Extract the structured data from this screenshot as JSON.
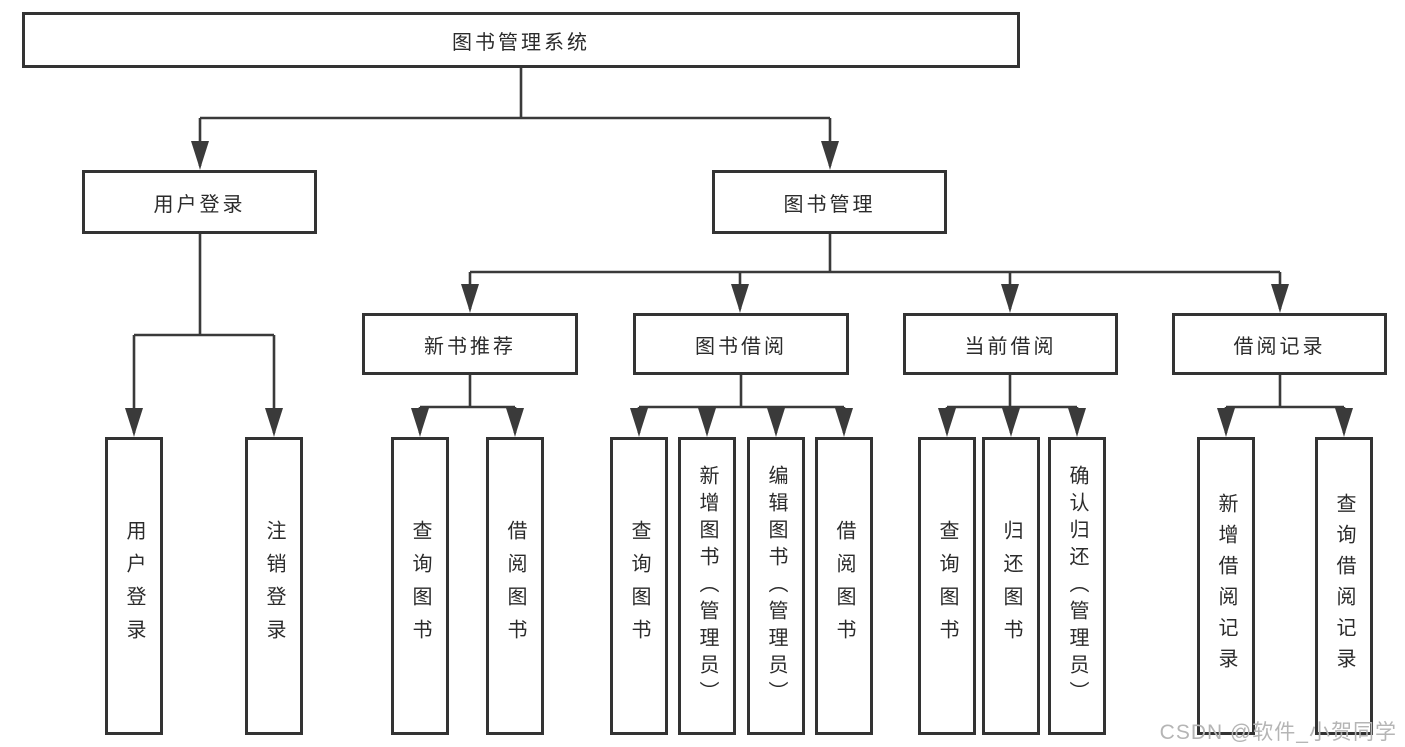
{
  "tree": {
    "root": {
      "label": "图书管理系统"
    },
    "children": [
      {
        "label": "用户登录",
        "leaves": [
          "用户登录",
          "注销登录"
        ]
      },
      {
        "label": "图书管理",
        "children": [
          {
            "label": "新书推荐",
            "leaves": [
              "查询图书",
              "借阅图书"
            ]
          },
          {
            "label": "图书借阅",
            "leaves": [
              "查询图书",
              "新增图书（管理员）",
              "编辑图书（管理员）",
              "借阅图书"
            ]
          },
          {
            "label": "当前借阅",
            "leaves": [
              "查询图书",
              "归还图书",
              "确认归还（管理员）"
            ]
          },
          {
            "label": "借阅记录",
            "leaves": [
              "新增借阅记录",
              "查询借阅记录"
            ]
          }
        ]
      }
    ]
  },
  "watermark": {
    "text": "CSDN @软件_小贺同学"
  },
  "colors": {
    "line": "#3a3a3a",
    "border": "#333333",
    "text": "#2b2b2b",
    "background": "#ffffff",
    "watermark": "#b5b5b5"
  }
}
